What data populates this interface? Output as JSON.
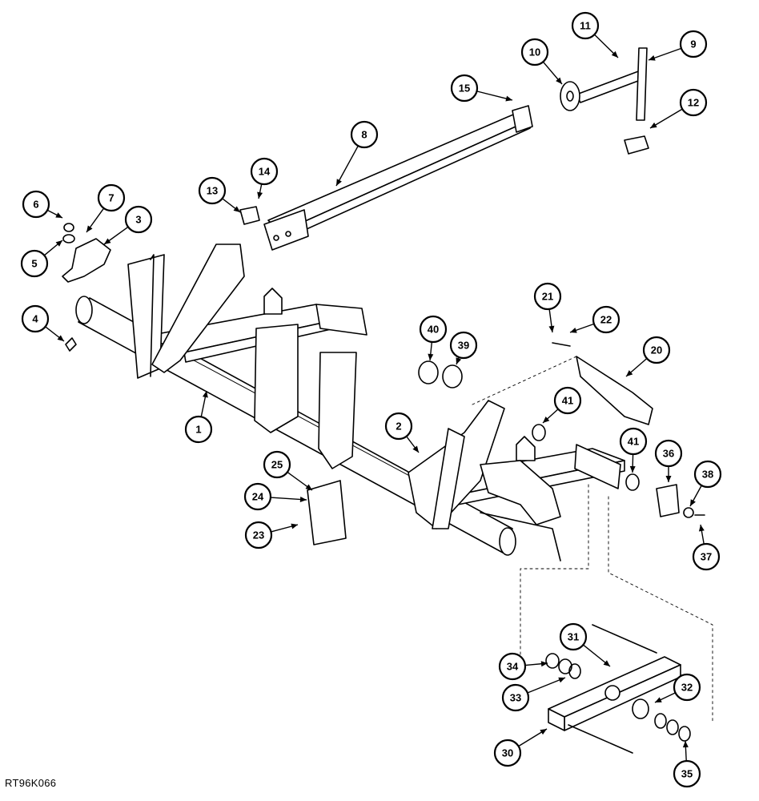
{
  "reference_code": "RT96K066",
  "colors": {
    "line": "#000000",
    "paper": "#ffffff",
    "callout_fill": "#ffffff"
  },
  "callouts": [
    {
      "id": "c1",
      "label": "1"
    },
    {
      "id": "c2",
      "label": "2"
    },
    {
      "id": "c3",
      "label": "3"
    },
    {
      "id": "c4",
      "label": "4"
    },
    {
      "id": "c5",
      "label": "5"
    },
    {
      "id": "c6",
      "label": "6"
    },
    {
      "id": "c7",
      "label": "7"
    },
    {
      "id": "c8",
      "label": "8"
    },
    {
      "id": "c9",
      "label": "9"
    },
    {
      "id": "c10",
      "label": "10"
    },
    {
      "id": "c11",
      "label": "11"
    },
    {
      "id": "c12",
      "label": "12"
    },
    {
      "id": "c13",
      "label": "13"
    },
    {
      "id": "c14",
      "label": "14"
    },
    {
      "id": "c15",
      "label": "15"
    },
    {
      "id": "c20",
      "label": "20"
    },
    {
      "id": "c21",
      "label": "21"
    },
    {
      "id": "c22",
      "label": "22"
    },
    {
      "id": "c23",
      "label": "23"
    },
    {
      "id": "c24",
      "label": "24"
    },
    {
      "id": "c25",
      "label": "25"
    },
    {
      "id": "c30",
      "label": "30"
    },
    {
      "id": "c31",
      "label": "31"
    },
    {
      "id": "c32",
      "label": "32"
    },
    {
      "id": "c33",
      "label": "33"
    },
    {
      "id": "c34",
      "label": "34"
    },
    {
      "id": "c35",
      "label": "35"
    },
    {
      "id": "c36",
      "label": "36"
    },
    {
      "id": "c37",
      "label": "37"
    },
    {
      "id": "c38",
      "label": "38"
    },
    {
      "id": "c39",
      "label": "39"
    },
    {
      "id": "c40",
      "label": "40"
    },
    {
      "id": "c41a",
      "label": "41"
    },
    {
      "id": "c41b",
      "label": "41"
    }
  ]
}
